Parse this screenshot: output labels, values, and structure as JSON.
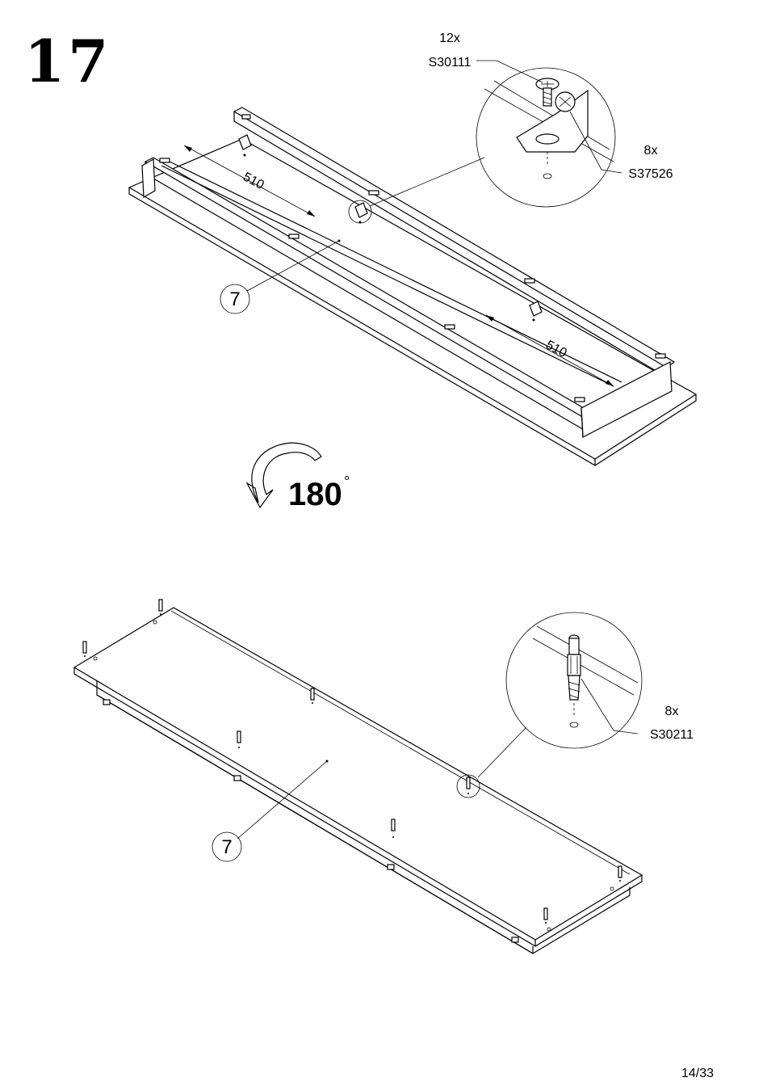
{
  "step": {
    "number": "17"
  },
  "top_diagram": {
    "part_label": "7",
    "dimension_1": "510",
    "dimension_2": "510",
    "callout_screw": {
      "qty": "12x",
      "code": "S30111"
    },
    "callout_bracket": {
      "qty": "8x",
      "code": "S37526"
    }
  },
  "rotation": {
    "value": "180",
    "unit_symbol": "°"
  },
  "bottom_diagram": {
    "part_label": "7",
    "callout_dowel": {
      "qty": "8x",
      "code": "S30211"
    }
  },
  "footer": {
    "page": "14/33"
  }
}
